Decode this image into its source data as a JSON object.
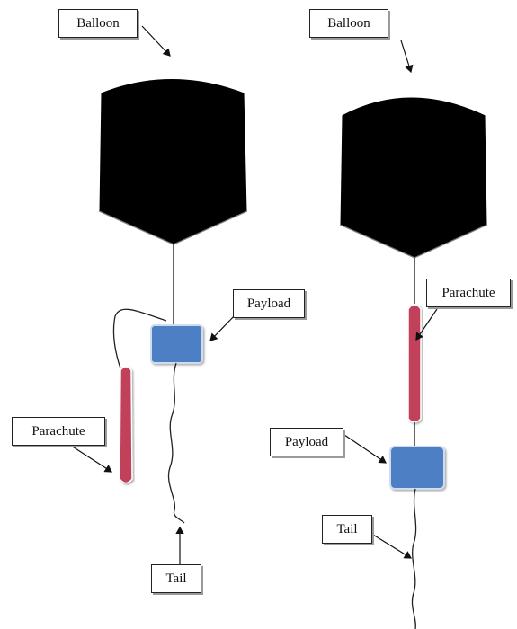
{
  "left_config": {
    "balloon_label": "Balloon",
    "payload_label": "Payload",
    "parachute_label": "Parachute",
    "tail_label": "Tail"
  },
  "right_config": {
    "balloon_label": "Balloon",
    "parachute_label": "Parachute",
    "payload_label": "Payload",
    "tail_label": "Tail"
  },
  "colors": {
    "balloon": "#000000",
    "payload": "#4d7fc4",
    "parachute": "#c1405a",
    "line": "#222222"
  }
}
